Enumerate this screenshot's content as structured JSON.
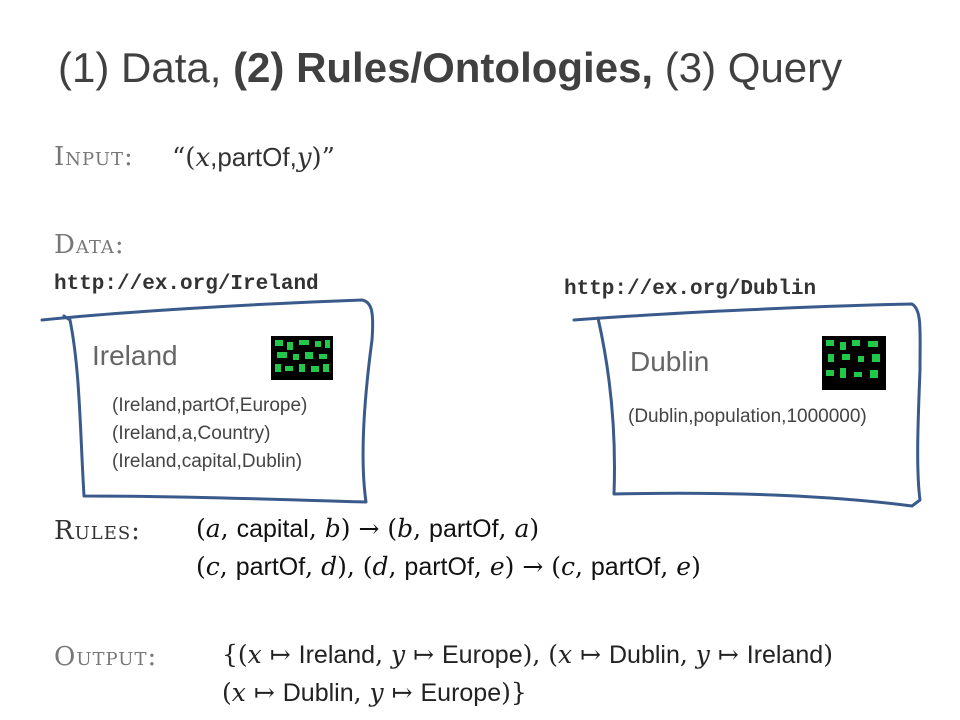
{
  "title": {
    "part1": "(1) Data, ",
    "part2": "(2) Rules/Ontologies,",
    "part3": " (3) Query"
  },
  "input": {
    "label": "Input:",
    "open_quote": "“(",
    "x": "x",
    "comma1": ",",
    "pred": "partOf",
    "comma2": ",",
    "y": "y",
    "close_quote": ")”"
  },
  "data": {
    "label": "Data:",
    "doc1": {
      "url": "http://ex.org/Ireland",
      "heading": "Ireland",
      "triples": [
        "(Ireland,partOf,Europe)",
        "(Ireland,a,Country)",
        "(Ireland,capital,Dublin)"
      ]
    },
    "doc2": {
      "url": "http://ex.org/Dublin",
      "heading": "Dublin",
      "triples": [
        "(Dublin,population,1000000)"
      ]
    }
  },
  "rules": {
    "label": "Rules:",
    "rule1": {
      "a": "a",
      "capital": "capital",
      "b": "b",
      "partOf": "partOf"
    },
    "rule2": {
      "c": "c",
      "d": "d",
      "e": "e",
      "partOf": "partOf"
    }
  },
  "output": {
    "label": "Output:",
    "x": "x",
    "y": "y",
    "ireland": "Ireland",
    "europe": "Europe",
    "dublin": "Dublin",
    "mapsto": "↦",
    "arrow": "→"
  },
  "colors": {
    "frame": "#3b5a8c",
    "qr_green": "#22c84a"
  }
}
